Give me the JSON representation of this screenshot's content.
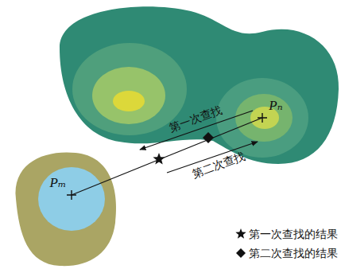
{
  "diagram": {
    "labels": [
      "第一次查找",
      "Pₙ",
      "第二次查找",
      "Pₘ"
    ],
    "legend": [
      {
        "text": "第一次查找的结果"
      },
      {
        "text": "第二次查找的结果"
      }
    ]
  }
}
